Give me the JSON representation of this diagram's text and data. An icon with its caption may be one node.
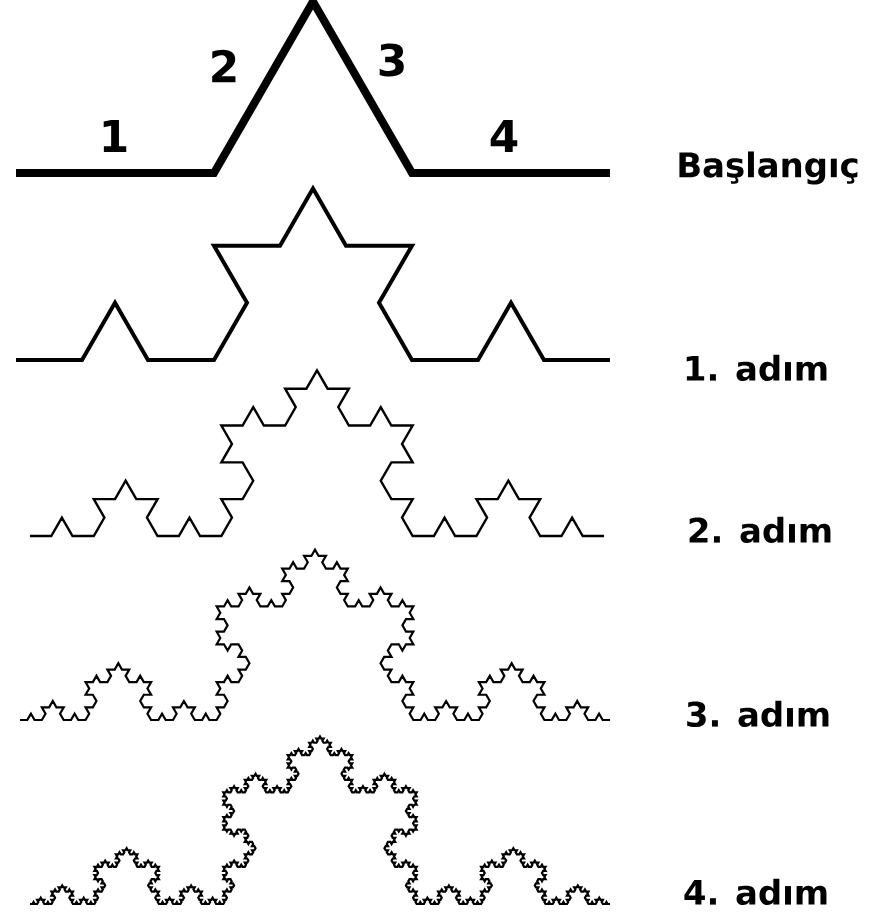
{
  "diagram": {
    "labels": [
      "1",
      "2",
      "3",
      "4",
      "Başlangıç",
      "1. adım",
      "2. adım",
      "3. adım",
      "4. adım"
    ]
  }
}
